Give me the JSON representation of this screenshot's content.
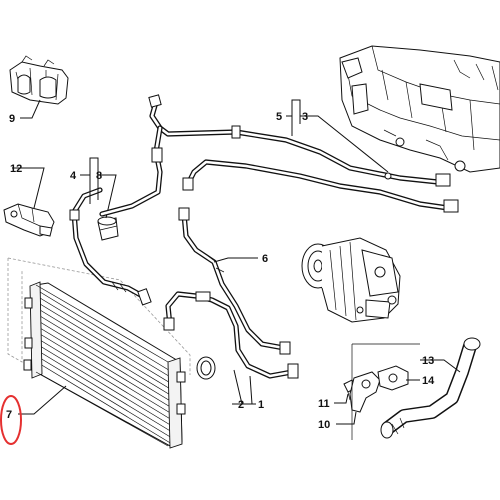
{
  "callouts": {
    "c1": "1",
    "c2": "2",
    "c3": "3",
    "c4": "4",
    "c5": "5",
    "c6": "6",
    "c7": "7",
    "c8": "8",
    "c9": "9",
    "c10": "10",
    "c11": "11",
    "c12": "12",
    "c13": "13",
    "c14": "14"
  },
  "highlight": {
    "target": "7",
    "color": "#e53030"
  },
  "colors": {
    "line": "#111111",
    "background": "#ffffff"
  }
}
